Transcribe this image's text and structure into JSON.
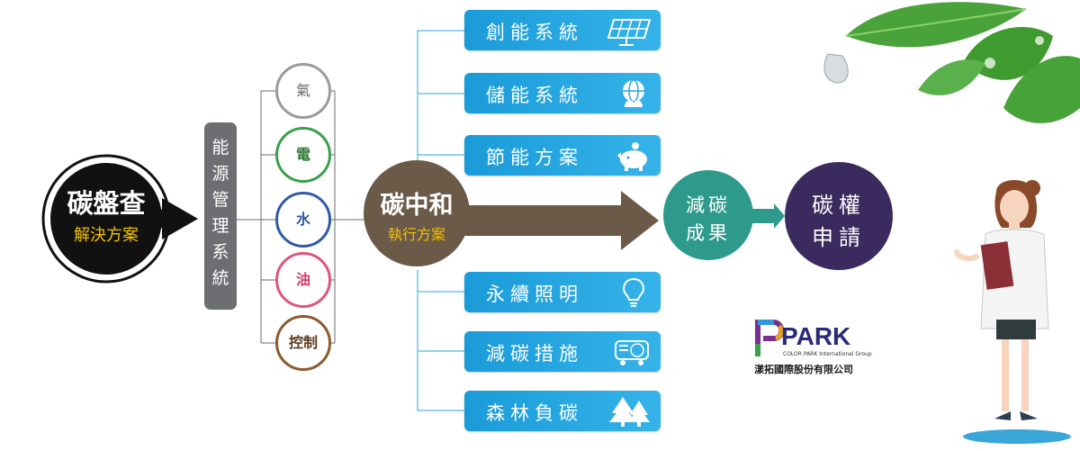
{
  "left": {
    "title": "碳盤查",
    "subtitle": "解決方案"
  },
  "energy_mgmt": {
    "label": "能\n源\n管\n理\n系\n統"
  },
  "energy_items": [
    "氣",
    "電",
    "水",
    "油",
    "控制"
  ],
  "colors": {
    "gas": "#9a9a9a",
    "electric": "#3aa04a",
    "water": "#2e5aa8",
    "oil": "#e0567a",
    "control": "#8a5a2e"
  },
  "center": {
    "title": "碳中和",
    "subtitle": "執行方案"
  },
  "top_buttons": [
    {
      "label": "創能系統",
      "icon": "solar-panel-icon"
    },
    {
      "label": "儲能系統",
      "icon": "globe-leaf-icon"
    },
    {
      "label": "節能方案",
      "icon": "piggy-bank-icon"
    }
  ],
  "bottom_buttons": [
    {
      "label": "永續照明",
      "icon": "light-bulb-icon"
    },
    {
      "label": "減碳措施",
      "icon": "co2-truck-icon"
    },
    {
      "label": "森林負碳",
      "icon": "forest-icon"
    }
  ],
  "results": {
    "line1": "減碳",
    "line2": "成果"
  },
  "apply": {
    "line1": "碳權",
    "line2": "申請"
  },
  "logo": {
    "brand": "PARK",
    "subtext": "COLOR PARK International Group",
    "company": "漾拓國際股份有限公司"
  }
}
